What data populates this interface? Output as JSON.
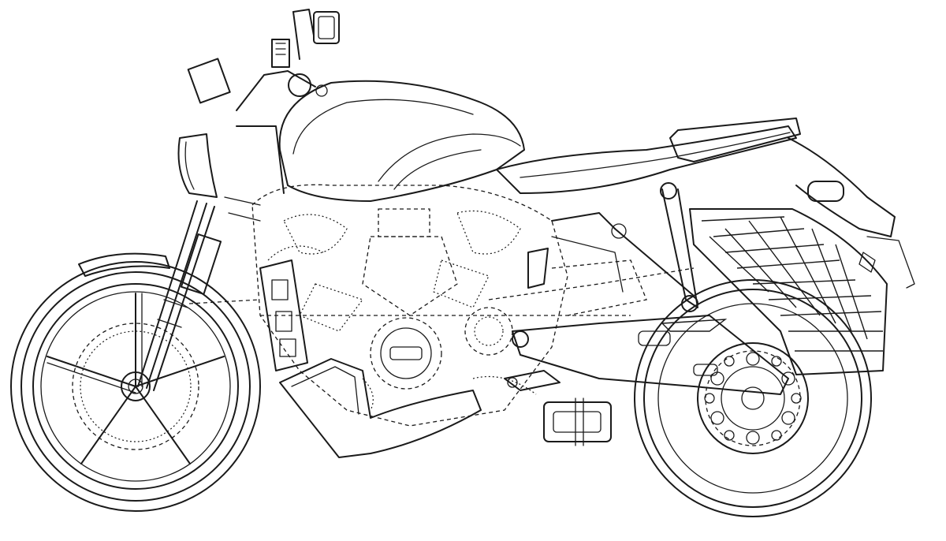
{
  "drawing": {
    "style": "black line-art patent drawing, side view",
    "stroke_color": "#1a1a1a",
    "background_color": "#ffffff",
    "parts": [
      "front-wheel",
      "rear-wheel",
      "front-fender",
      "front-fork",
      "headlight",
      "handlebar",
      "mirror",
      "fuel-tank",
      "seat",
      "tail-section",
      "engine",
      "exhaust",
      "swingarm",
      "side-pannier-rack",
      "skid-plate",
      "footpeg",
      "brake-disc"
    ]
  }
}
